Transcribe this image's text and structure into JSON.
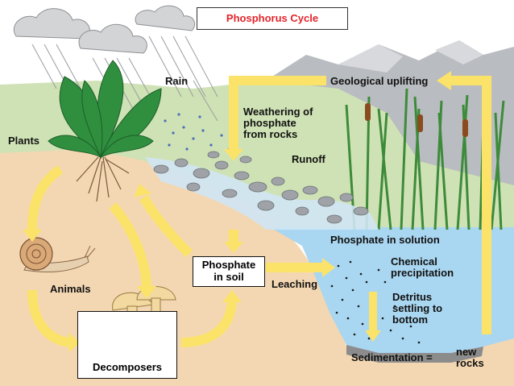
{
  "title": "Phosphorus Cycle",
  "labels": {
    "rain": "Rain",
    "plants": "Plants",
    "animals": "Animals",
    "decomposers": "Decomposers",
    "phosphate_in_soil": "Phosphate\nin soil",
    "leaching": "Leaching",
    "weathering": "Weathering of\nphosphate\nfrom rocks",
    "runoff": "Runoff",
    "geological_uplifting": "Geological uplifting",
    "phosphate_in_solution": "Phosphate in solution",
    "chemical_precipitation": "Chemical\nprecipitation",
    "detritus": "Detritus\nsettling to\nbottom",
    "sedimentation": "Sedimentation =",
    "new_rocks": "new\nrocks"
  },
  "colors": {
    "arrow": "#fbe36a",
    "arrow_pale": "#fdf3b0",
    "soil": "#f3d7b2",
    "water": "#a9d6f0",
    "mountains": "#b9bcc0",
    "grass": "#cfe2b5",
    "title_text": "#e3242b"
  }
}
